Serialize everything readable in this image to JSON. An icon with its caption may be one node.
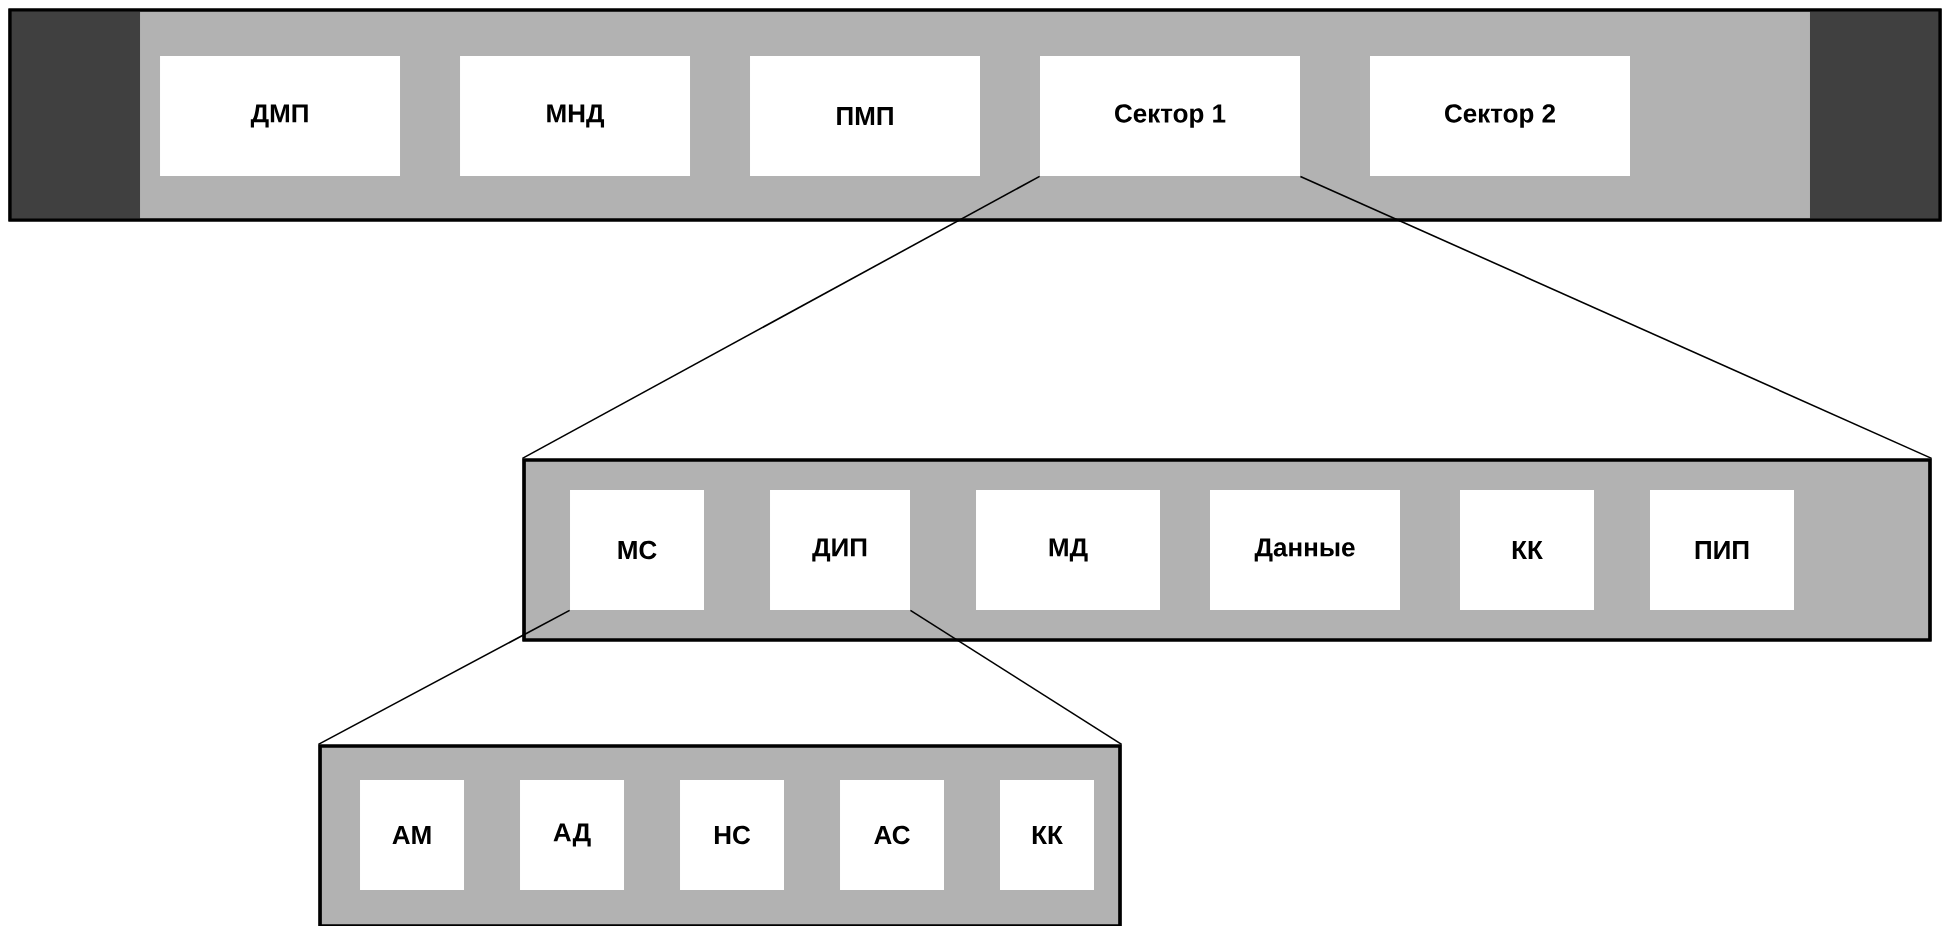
{
  "diagram": {
    "nodes": [
      {
        "text": [],
        "shape": "bar"
      },
      {
        "text": [
          "ДМП"
        ],
        "in": 0
      },
      {
        "text": [
          "МНД"
        ],
        "in": 0
      },
      {
        "text": [
          "ПМП"
        ],
        "in": 0
      },
      {
        "text": [
          "Сектор 1"
        ],
        "in": 0
      },
      {
        "text": [
          "Сектор 2"
        ],
        "in": 0
      },
      {
        "text": [],
        "shape": "bar"
      },
      {
        "text": [
          "МС"
        ],
        "in": 6
      },
      {
        "text": [
          "ДИП"
        ],
        "in": 6
      },
      {
        "text": [
          "МД"
        ],
        "in": 6
      },
      {
        "text": [
          "Данные"
        ],
        "in": 6
      },
      {
        "text": [
          "КК"
        ],
        "in": 6
      },
      {
        "text": [
          "ПИП"
        ],
        "in": 6
      },
      {
        "text": [],
        "shape": "bar"
      },
      {
        "text": [
          "АМ"
        ],
        "in": 13
      },
      {
        "text": [
          "АД"
        ],
        "in": 13
      },
      {
        "text": [
          "НС"
        ],
        "in": 13
      },
      {
        "text": [
          "АС"
        ],
        "in": 13
      },
      {
        "text": [
          "КК"
        ],
        "in": 13
      }
    ],
    "edges": [
      {
        "from": 4,
        "to": 6,
        "arrow": "none"
      },
      {
        "from": 4,
        "to": 6,
        "arrow": "none"
      },
      {
        "from": 7,
        "to": 13,
        "arrow": "none"
      },
      {
        "from": 8,
        "to": 13,
        "arrow": "none"
      }
    ]
  }
}
